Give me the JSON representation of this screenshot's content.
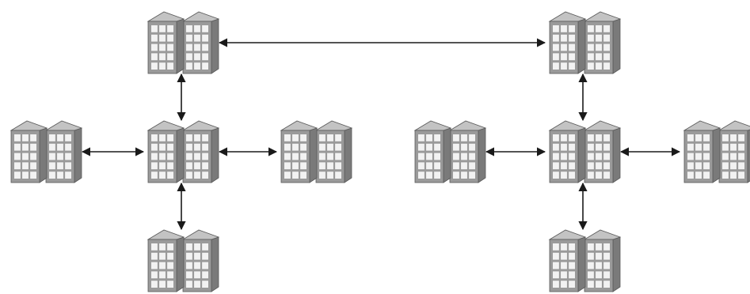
{
  "diagram": {
    "node_icon": "office-buildings-icon",
    "colors": {
      "background": "#ffffff",
      "building_front": "#9a9a9a",
      "building_side": "#7a7a7a",
      "building_roof": "#c3c3c3",
      "window": "#f2f2f2",
      "outline": "#5a5a5a",
      "link": "#1a1a1a"
    },
    "nodes": [
      {
        "id": "left-hub-top"
      },
      {
        "id": "left-hub-center"
      },
      {
        "id": "left-spoke-west"
      },
      {
        "id": "left-spoke-east"
      },
      {
        "id": "left-spoke-south"
      },
      {
        "id": "right-hub-top"
      },
      {
        "id": "right-hub-center"
      },
      {
        "id": "right-spoke-west"
      },
      {
        "id": "right-spoke-east"
      },
      {
        "id": "right-spoke-south"
      }
    ],
    "links": [
      {
        "from": "left-hub-top",
        "to": "right-hub-top",
        "bidirectional": true
      },
      {
        "from": "left-hub-top",
        "to": "left-hub-center",
        "bidirectional": true
      },
      {
        "from": "left-spoke-west",
        "to": "left-hub-center",
        "bidirectional": true
      },
      {
        "from": "left-hub-center",
        "to": "left-spoke-east",
        "bidirectional": true
      },
      {
        "from": "left-hub-center",
        "to": "left-spoke-south",
        "bidirectional": true
      },
      {
        "from": "right-hub-top",
        "to": "right-hub-center",
        "bidirectional": true
      },
      {
        "from": "right-spoke-west",
        "to": "right-hub-center",
        "bidirectional": true
      },
      {
        "from": "right-hub-center",
        "to": "right-spoke-east",
        "bidirectional": true
      },
      {
        "from": "right-hub-center",
        "to": "right-spoke-south",
        "bidirectional": true
      }
    ]
  }
}
